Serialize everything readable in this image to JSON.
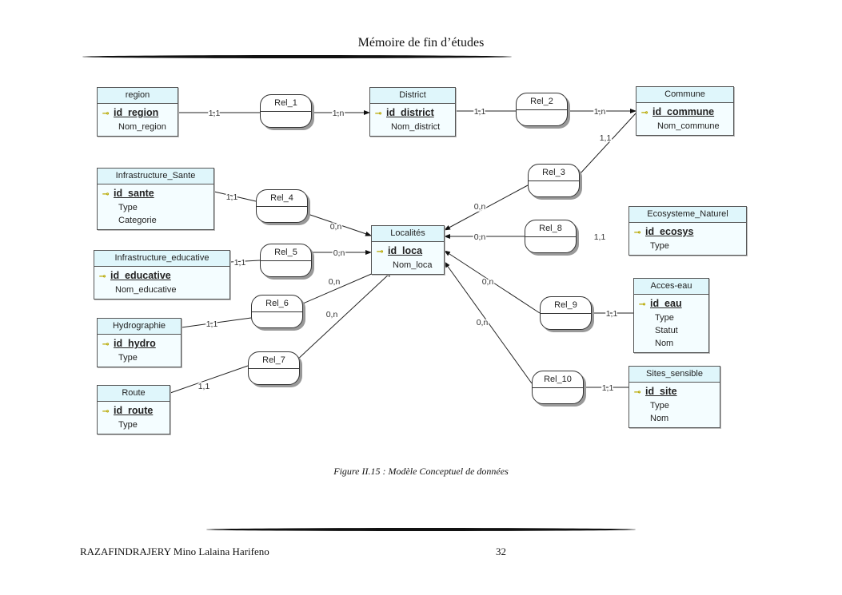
{
  "header": {
    "title": "Mémoire de fin d’études"
  },
  "caption": "Figure II.15 : Modèle Conceptuel de données",
  "footer": {
    "author": "RAZAFINDRAJERY Mino Lalaina Harifeno",
    "page": "32"
  },
  "entities": {
    "region": {
      "name": "region",
      "pk": "id_region",
      "attrs": [
        "Nom_region"
      ]
    },
    "district": {
      "name": "District",
      "pk": "id_district",
      "attrs": [
        "Nom_district"
      ]
    },
    "commune": {
      "name": "Commune",
      "pk": "id_commune",
      "attrs": [
        "Nom_commune"
      ]
    },
    "sante": {
      "name": "Infrastructure_Sante",
      "pk": "id_sante",
      "attrs": [
        "Type",
        "Categorie"
      ]
    },
    "educative": {
      "name": "Infrastructure_educative",
      "pk": "id_educative",
      "attrs": [
        "Nom_educative"
      ]
    },
    "localites": {
      "name": "Localités",
      "pk": "id_loca",
      "attrs": [
        "Nom_loca"
      ]
    },
    "ecosys": {
      "name": "Ecosysteme_Naturel",
      "pk": "id_ecosys",
      "attrs": [
        "Type"
      ]
    },
    "eau": {
      "name": "Acces-eau",
      "pk": "id_eau",
      "attrs": [
        "Type",
        "Statut",
        "Nom"
      ]
    },
    "hydro": {
      "name": "Hydrographie",
      "pk": "id_hydro",
      "attrs": [
        "Type"
      ]
    },
    "route": {
      "name": "Route",
      "pk": "id_route",
      "attrs": [
        "Type"
      ]
    },
    "sites": {
      "name": "Sites_sensible",
      "pk": "id_site",
      "attrs": [
        "Type",
        "Nom"
      ]
    }
  },
  "relations": [
    "Rel_1",
    "Rel_2",
    "Rel_3",
    "Rel_4",
    "Rel_5",
    "Rel_6",
    "Rel_7",
    "Rel_8",
    "Rel_9",
    "Rel_10"
  ],
  "cardinalities": [
    "1,1",
    "1,n",
    "1,1",
    "1,n",
    "1,1",
    "0,n",
    "0,n",
    "1,1",
    "0,n",
    "1,1",
    "0,n",
    "1,1",
    "1,1",
    "0,n",
    "1,1",
    "0,n",
    "1,1",
    "0,n",
    "1,1",
    "0,n"
  ]
}
